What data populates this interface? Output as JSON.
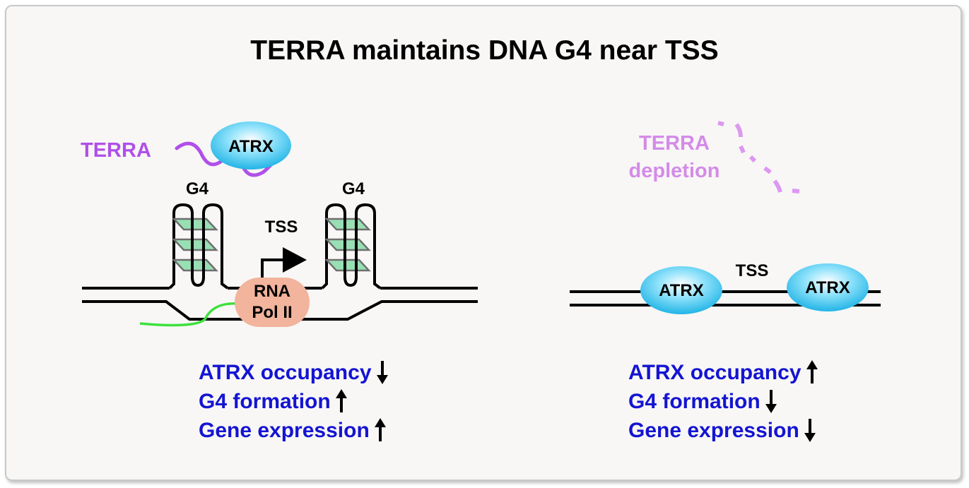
{
  "title": "TERRA maintains DNA G4 near TSS",
  "left_panel": {
    "terra_label": "TERRA",
    "atrx_label": "ATRX",
    "g4_label_1": "G4",
    "g4_label_2": "G4",
    "tss_label": "TSS",
    "pol_line1": "RNA",
    "pol_line2": "Pol II",
    "effects": [
      {
        "text": "ATRX occupancy",
        "arrow": "down"
      },
      {
        "text": "G4 formation",
        "arrow": "up"
      },
      {
        "text": "Gene expression",
        "arrow": "up"
      }
    ]
  },
  "right_panel": {
    "terra_label": "TERRA",
    "depletion_label": "depletion",
    "atrx_label_1": "ATRX",
    "atrx_label_2": "ATRX",
    "tss_label": "TSS",
    "effects": [
      {
        "text": "ATRX occupancy",
        "arrow": "up"
      },
      {
        "text": "G4 formation",
        "arrow": "down"
      },
      {
        "text": "Gene expression",
        "arrow": "down"
      }
    ]
  },
  "colors": {
    "terra": "#b050e8",
    "terra_depleted": "#dc98f0",
    "atrx_fill": "#3cc4ee",
    "pol_fill": "#f2b49c",
    "g4_plane": "#98e0b4",
    "nascent_rna": "#3ee03e",
    "effect_text": "#1414d2"
  }
}
